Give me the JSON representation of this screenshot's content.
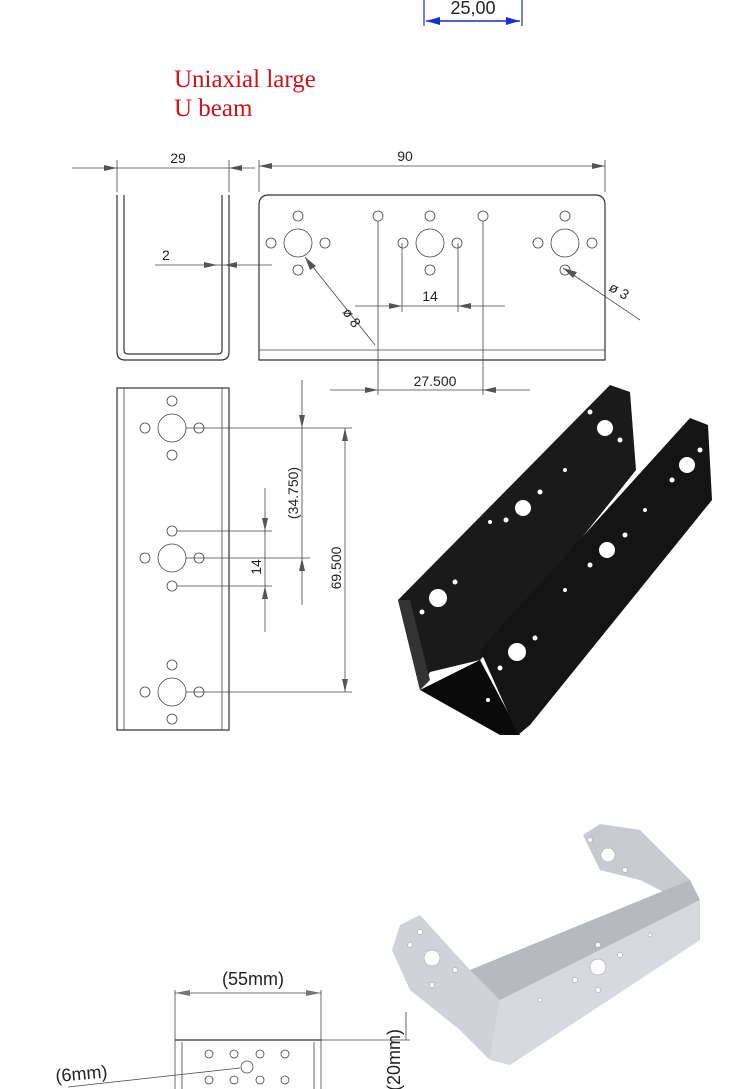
{
  "top_dimension": "25,00",
  "title": {
    "line1": "Uniaxial large",
    "line2": "U beam"
  },
  "side_view": {
    "width_label": "29",
    "thickness_label": "2"
  },
  "front_view": {
    "length_label": "90",
    "hole_spacing_label": "14",
    "offset_label": "27.500",
    "big_hole_label": "ø 8",
    "small_hole_label": "ø 3"
  },
  "bottom_view": {
    "half_label": "(34.750)",
    "full_label": "69.500",
    "spacing_label": "14"
  },
  "small_bracket": {
    "width_label": "(55mm)",
    "hole_label": "(6mm)",
    "height_label": "(20mm)"
  },
  "colors": {
    "title": "#d0121b",
    "dimension_arrow": "#1a2fd0",
    "bracket_black": "#111111",
    "bracket_silver": "#c9ccd1"
  }
}
